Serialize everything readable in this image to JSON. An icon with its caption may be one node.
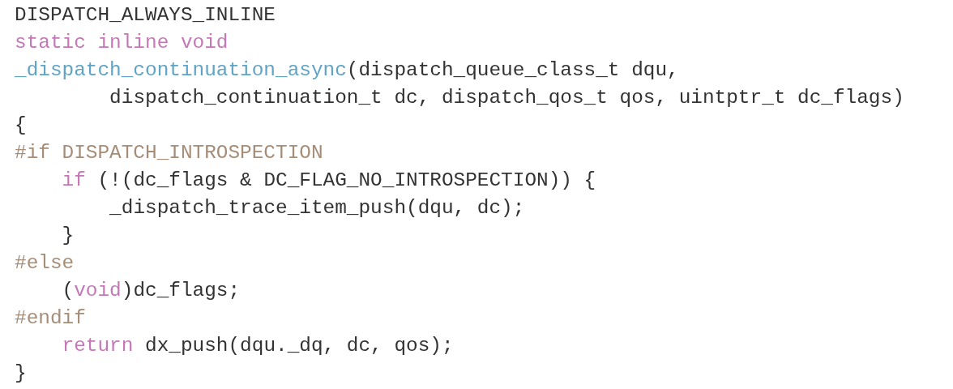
{
  "diagram": {
    "labels": [
      "DISPATCH_ALWAYS_INLINE",
      "static inline void",
      "_dispatch_continuation_async(dispatch_queue_class_t dqu,",
      "dispatch_continuation_t dc, dispatch_qos_t qos, uintptr_t dc_flags)",
      "{",
      "#if DISPATCH_INTROSPECTION",
      "if (!(dc_flags & DC_FLAG_NO_INTROSPECTION)) {",
      "_dispatch_trace_item_push(dqu, dc);",
      "}",
      "#else",
      "(void)dc_flags;",
      "#endif",
      "return dx_push(dqu._dq, dc, qos);",
      "}"
    ]
  }
}
